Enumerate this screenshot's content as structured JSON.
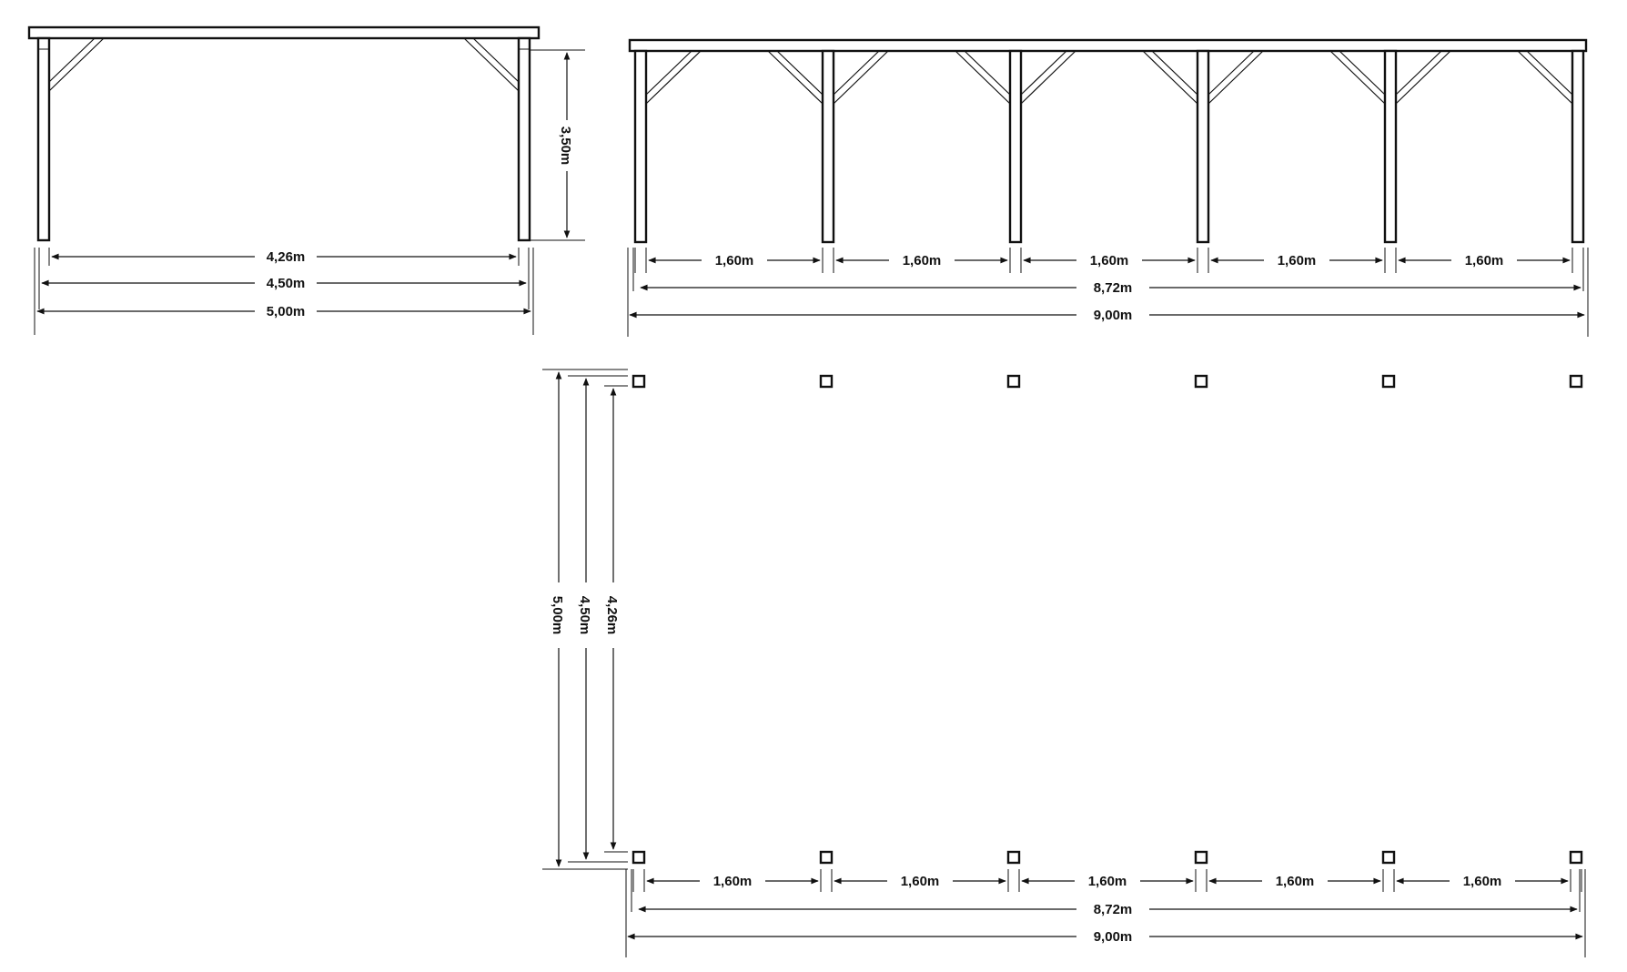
{
  "side_view": {
    "height_label": "3,50m",
    "labels": [
      "4,26m",
      "4,50m",
      "5,00m"
    ]
  },
  "front_view": {
    "bay_labels": [
      "1,60m",
      "1,60m",
      "1,60m",
      "1,60m",
      "1,60m"
    ],
    "inner_label": "8,72m",
    "outer_label": "9,00m"
  },
  "plan_view": {
    "depth_labels": [
      "5,00m",
      "4,50m",
      "4,26m"
    ],
    "bay_labels": [
      "1,60m",
      "1,60m",
      "1,60m",
      "1,60m",
      "1,60m"
    ],
    "inner_label": "8,72m",
    "outer_label": "9,00m"
  }
}
